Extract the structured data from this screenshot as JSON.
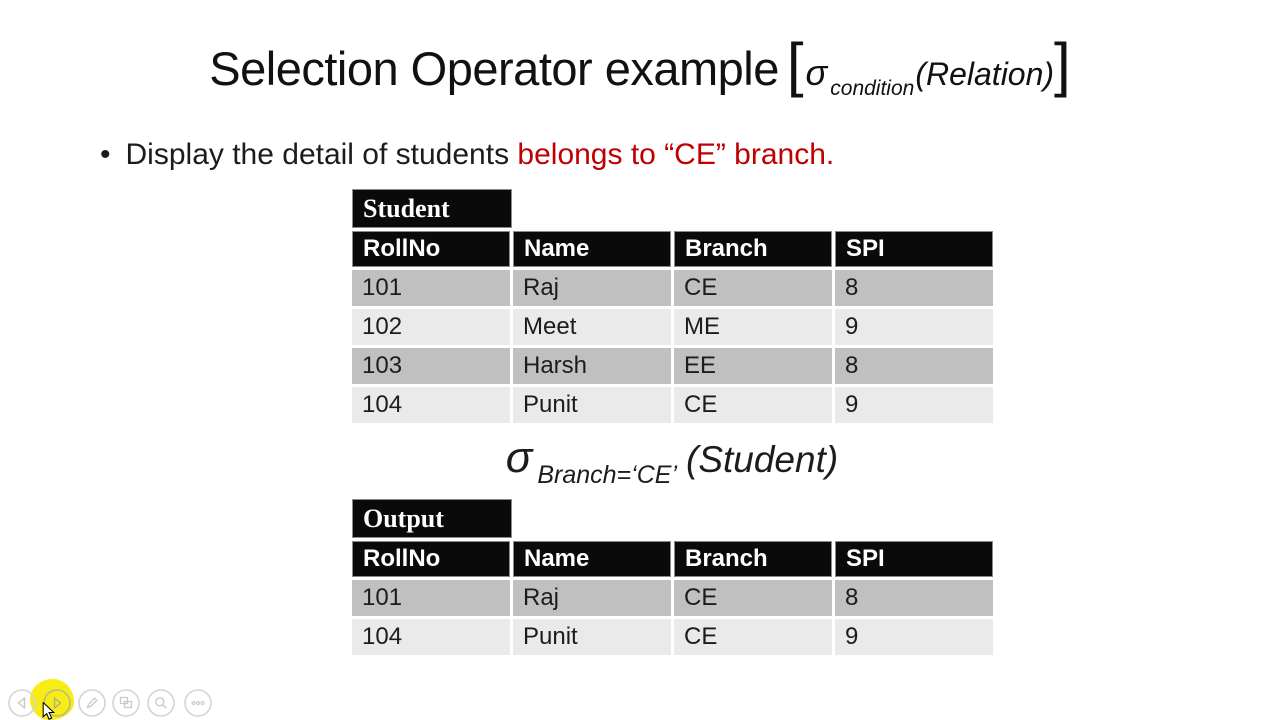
{
  "title": {
    "text": "Selection Operator example",
    "bracket_open": "[",
    "sigma": "σ",
    "subscript": "condition",
    "relation": "(Relation)",
    "bracket_close": "]"
  },
  "bullet": {
    "marker": "•",
    "text_black": "Display the detail of students ",
    "text_red": "belongs to “CE” branch."
  },
  "student_table": {
    "label": "Student",
    "headers": [
      "RollNo",
      "Name",
      "Branch",
      "SPI"
    ],
    "rows": [
      [
        "101",
        "Raj",
        "CE",
        "8"
      ],
      [
        "102",
        "Meet",
        "ME",
        "9"
      ],
      [
        "103",
        "Harsh",
        "EE",
        "8"
      ],
      [
        "104",
        "Punit",
        "CE",
        "9"
      ]
    ]
  },
  "formula": {
    "sigma": "σ",
    "subscript": "Branch=‘CE’",
    "operand": "(Student)"
  },
  "output_table": {
    "label": "Output",
    "headers": [
      "RollNo",
      "Name",
      "Branch",
      "SPI"
    ],
    "rows": [
      [
        "101",
        "Raj",
        "CE",
        "8"
      ],
      [
        "104",
        "Punit",
        "CE",
        "9"
      ]
    ]
  },
  "toolbar": {
    "buttons": [
      "previous",
      "next",
      "pen",
      "see-all-slides",
      "zoom",
      "more-options"
    ]
  },
  "colors": {
    "accent_red": "#C00000",
    "table_header_bg": "#0a0a0a",
    "row_dark": "#C0C0C0",
    "row_light": "#EAEAEA",
    "highlight_yellow": "#F7EC13"
  }
}
